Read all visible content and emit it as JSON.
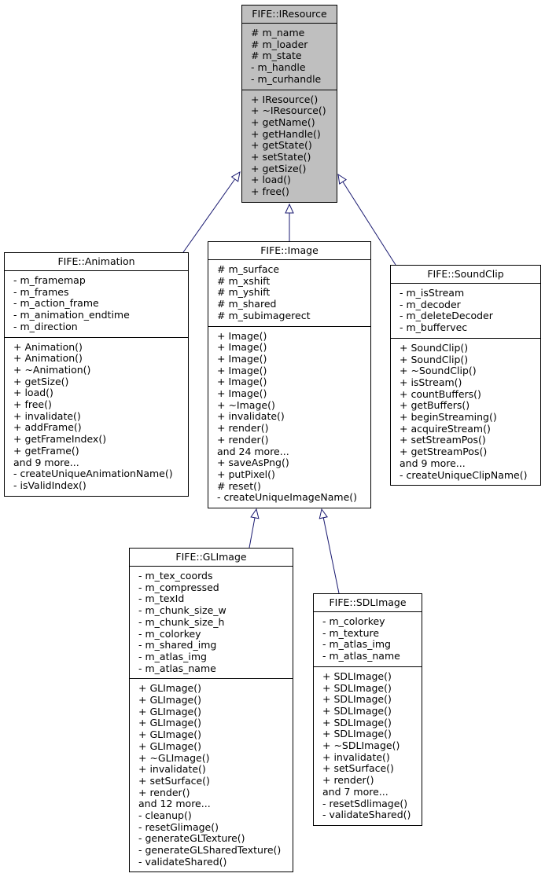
{
  "classes": [
    {
      "id": "iresource",
      "name": "FIFE::IResource",
      "highlight": true,
      "attributes": [
        "# m_name",
        "# m_loader",
        "# m_state",
        "- m_handle",
        "- m_curhandle"
      ],
      "methods": [
        "+ IResource()",
        "+ ~IResource()",
        "+ getName()",
        "+ getHandle()",
        "+ getState()",
        "+ setState()",
        "+ getSize()",
        "+ load()",
        "+ free()"
      ]
    },
    {
      "id": "animation",
      "name": "FIFE::Animation",
      "highlight": false,
      "attributes": [
        "- m_framemap",
        "- m_frames",
        "- m_action_frame",
        "- m_animation_endtime",
        "- m_direction"
      ],
      "methods": [
        "+ Animation()",
        "+ Animation()",
        "+ ~Animation()",
        "+ getSize()",
        "+ load()",
        "+ free()",
        "+ invalidate()",
        "+ addFrame()",
        "+ getFrameIndex()",
        "+ getFrame()",
        "and 9 more...",
        "- createUniqueAnimationName()",
        "- isValidIndex()"
      ]
    },
    {
      "id": "image",
      "name": "FIFE::Image",
      "highlight": false,
      "attributes": [
        "# m_surface",
        "# m_xshift",
        "# m_yshift",
        "# m_shared",
        "# m_subimagerect"
      ],
      "methods": [
        "+ Image()",
        "+ Image()",
        "+ Image()",
        "+ Image()",
        "+ Image()",
        "+ Image()",
        "+ ~Image()",
        "+ invalidate()",
        "+ render()",
        "+ render()",
        "and 24 more...",
        "+ saveAsPng()",
        "+ putPixel()",
        "# reset()",
        "- createUniqueImageName()"
      ]
    },
    {
      "id": "soundclip",
      "name": "FIFE::SoundClip",
      "highlight": false,
      "attributes": [
        "- m_isStream",
        "- m_decoder",
        "- m_deleteDecoder",
        "- m_buffervec"
      ],
      "methods": [
        "+ SoundClip()",
        "+ SoundClip()",
        "+ ~SoundClip()",
        "+ isStream()",
        "+ countBuffers()",
        "+ getBuffers()",
        "+ beginStreaming()",
        "+ acquireStream()",
        "+ setStreamPos()",
        "+ getStreamPos()",
        "and 9 more...",
        "- createUniqueClipName()"
      ]
    },
    {
      "id": "glimage",
      "name": "FIFE::GLImage",
      "highlight": false,
      "attributes": [
        "- m_tex_coords",
        "- m_compressed",
        "- m_texId",
        "- m_chunk_size_w",
        "- m_chunk_size_h",
        "- m_colorkey",
        "- m_shared_img",
        "- m_atlas_img",
        "- m_atlas_name"
      ],
      "methods": [
        "+ GLImage()",
        "+ GLImage()",
        "+ GLImage()",
        "+ GLImage()",
        "+ GLImage()",
        "+ GLImage()",
        "+ ~GLImage()",
        "+ invalidate()",
        "+ setSurface()",
        "+ render()",
        "and 12 more...",
        "- cleanup()",
        "- resetGlimage()",
        "- generateGLTexture()",
        "- generateGLSharedTexture()",
        "- validateShared()"
      ]
    },
    {
      "id": "sdlimage",
      "name": "FIFE::SDLImage",
      "highlight": false,
      "attributes": [
        "- m_colorkey",
        "- m_texture",
        "- m_atlas_img",
        "- m_atlas_name"
      ],
      "methods": [
        "+ SDLImage()",
        "+ SDLImage()",
        "+ SDLImage()",
        "+ SDLImage()",
        "+ SDLImage()",
        "+ SDLImage()",
        "+ ~SDLImage()",
        "+ invalidate()",
        "+ setSurface()",
        "+ render()",
        "and 7 more...",
        "- resetSdlimage()",
        "- validateShared()"
      ]
    }
  ],
  "inheritance": [
    {
      "from": "animation",
      "to": "iresource"
    },
    {
      "from": "image",
      "to": "iresource"
    },
    {
      "from": "soundclip",
      "to": "iresource"
    },
    {
      "from": "glimage",
      "to": "image"
    },
    {
      "from": "sdlimage",
      "to": "image"
    }
  ],
  "colors": {
    "edge": "#191970",
    "highlight_fill": "#bfbfbf",
    "box_border": "#000000"
  }
}
